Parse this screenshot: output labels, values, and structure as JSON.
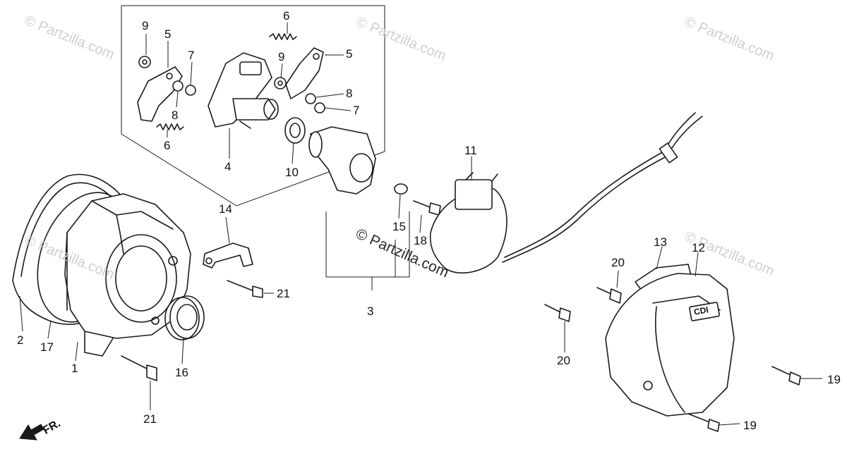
{
  "watermarks": {
    "main": "© Partzilla.com",
    "faint": "© Partzilla.com"
  },
  "front_marker": "FR.",
  "callouts": {
    "c1": "1",
    "c2": "2",
    "c3": "3",
    "c4": "4",
    "c5a": "5",
    "c5b": "5",
    "c6a": "6",
    "c6b": "6",
    "c7a": "7",
    "c7b": "7",
    "c8a": "8",
    "c8b": "8",
    "c9a": "9",
    "c9b": "9",
    "c10": "10",
    "c11": "11",
    "c12": "12",
    "c13": "13",
    "c14": "14",
    "c15": "15",
    "c16": "16",
    "c17": "17",
    "c18": "18",
    "c19a": "19",
    "c19b": "19",
    "c20a": "20",
    "c20b": "20",
    "c21a": "21",
    "c21b": "21"
  },
  "cover_badge": "CDI"
}
